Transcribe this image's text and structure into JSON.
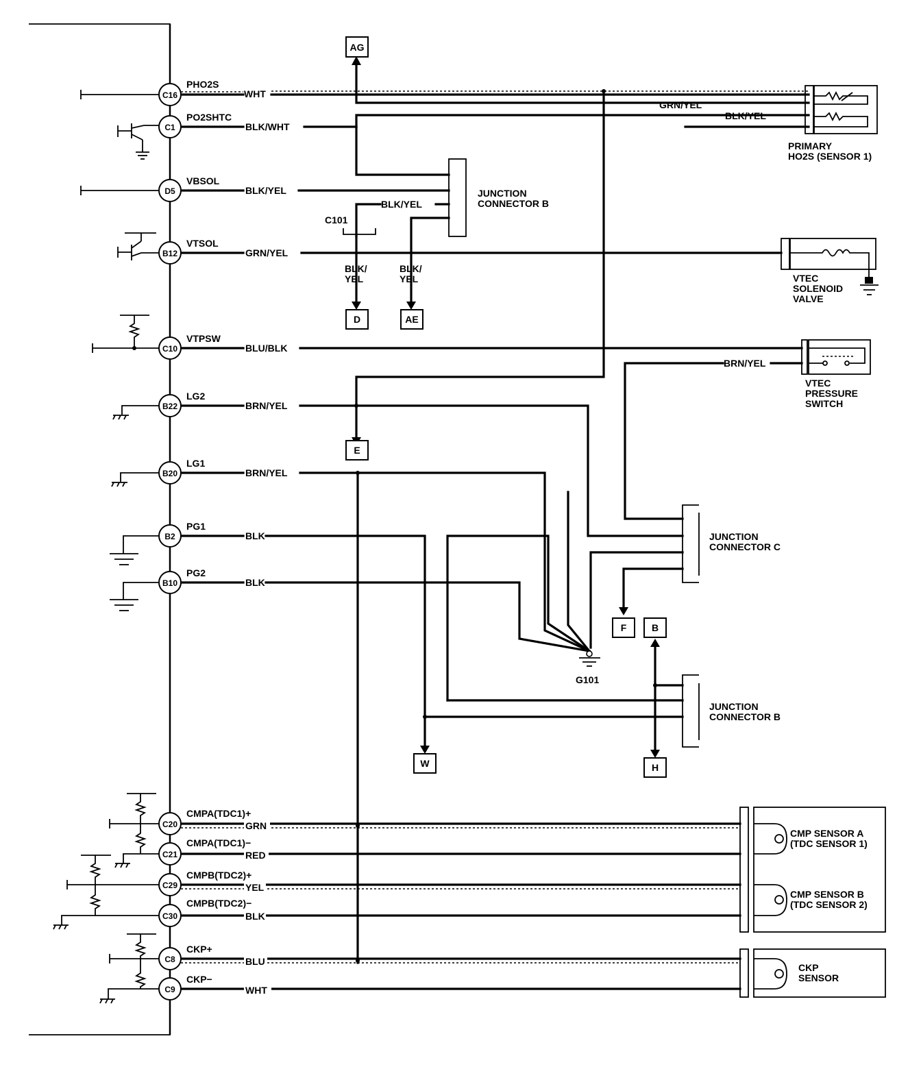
{
  "diagram": {
    "type": "wiring-diagram",
    "ecm_pins": [
      {
        "pin": "C16",
        "signal": "PHO2S",
        "wire": "WHT"
      },
      {
        "pin": "C1",
        "signal": "PO2SHTC",
        "wire": "BLK/WHT"
      },
      {
        "pin": "D5",
        "signal": "VBSOL",
        "wire": "BLK/YEL"
      },
      {
        "pin": "B12",
        "signal": "VTSOL",
        "wire": "GRN/YEL"
      },
      {
        "pin": "C10",
        "signal": "VTPSW",
        "wire": "BLU/BLK"
      },
      {
        "pin": "B22",
        "signal": "LG2",
        "wire": "BRN/YEL"
      },
      {
        "pin": "B20",
        "signal": "LG1",
        "wire": "BRN/YEL"
      },
      {
        "pin": "B2",
        "signal": "PG1",
        "wire": "BLK"
      },
      {
        "pin": "B10",
        "signal": "PG2",
        "wire": "BLK"
      },
      {
        "pin": "C20",
        "signal": "CMPA(TDC1)+",
        "wire": "GRN"
      },
      {
        "pin": "C21",
        "signal": "CMPA(TDC1)−",
        "wire": "RED"
      },
      {
        "pin": "C29",
        "signal": "CMPB(TDC2)+",
        "wire": "YEL"
      },
      {
        "pin": "C30",
        "signal": "CMPB(TDC2)−",
        "wire": "BLK"
      },
      {
        "pin": "C8",
        "signal": "CKP+",
        "wire": "BLU"
      },
      {
        "pin": "C9",
        "signal": "CKP−",
        "wire": "WHT"
      }
    ],
    "wire_labels": {
      "grn_yel_ho2s": "GRN/YEL",
      "blk_yel_ho2s": "BLK/YEL",
      "blk_yel_jcb": "BLK/YEL",
      "blk_yel_d": "BLK/\nYEL",
      "blk_yel_d_1": "BLK/",
      "blk_yel_d_2": "YEL",
      "blk_yel_ae_1": "BLK/",
      "blk_yel_ae_2": "YEL",
      "brn_yel_ps": "BRN/YEL"
    },
    "connector_c101": "C101",
    "ground_g101": "G101",
    "offpage": {
      "ag": "AG",
      "d": "D",
      "ae": "AE",
      "e": "E",
      "f": "F",
      "b": "B",
      "w": "W",
      "h": "H"
    },
    "components": {
      "ho2s_1": "PRIMARY",
      "ho2s_2": "HO2S (SENSOR 1)",
      "jcb_top_1": "JUNCTION",
      "jcb_top_2": "CONNECTOR B",
      "jcc_1": "JUNCTION",
      "jcc_2": "CONNECTOR C",
      "jcb_bot_1": "JUNCTION",
      "jcb_bot_2": "CONNECTOR B",
      "vtec_sol_1": "VTEC",
      "vtec_sol_2": "SOLENOID",
      "vtec_sol_3": "VALVE",
      "vtec_ps_1": "VTEC",
      "vtec_ps_2": "PRESSURE",
      "vtec_ps_3": "SWITCH",
      "cmp_a_1": "CMP SENSOR A",
      "cmp_a_2": "(TDC SENSOR 1)",
      "cmp_b_1": "CMP SENSOR B",
      "cmp_b_2": "(TDC SENSOR 2)",
      "ckp_1": "CKP",
      "ckp_2": "SENSOR"
    }
  }
}
